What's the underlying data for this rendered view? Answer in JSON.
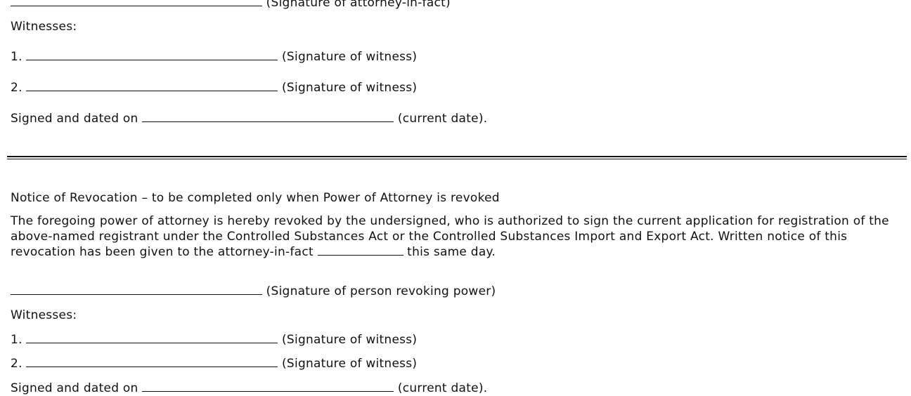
{
  "top": {
    "attorney_signature_caption": "(Signature of attorney-in-fact)",
    "witnesses_label": "Witnesses:",
    "witness1_number": "1.",
    "witness1_caption": "(Signature of witness)",
    "witness2_number": "2.",
    "witness2_caption": "(Signature of witness)",
    "signed_prefix": "Signed and dated on",
    "signed_suffix": "(current date)."
  },
  "revocation": {
    "heading": "Notice of Revocation – to be completed only when Power of Attorney is revoked",
    "body_part1": "The foregoing power of attorney is hereby revoked by the undersigned, who is authorized to sign the current application for registration of the above-named registrant under the Controlled Substances Act or the Controlled Substances Import and Export Act. Written notice of this revocation has been given to the attorney-in-fact",
    "body_part2": "this same day.",
    "revoker_caption": "(Signature of person revoking power)",
    "witnesses_label": "Witnesses:",
    "witness1_number": "1.",
    "witness1_caption": "(Signature of witness)",
    "witness2_number": "2.",
    "witness2_caption": "(Signature of witness)",
    "signed_prefix": "Signed and dated on",
    "signed_suffix": "(current date)."
  }
}
